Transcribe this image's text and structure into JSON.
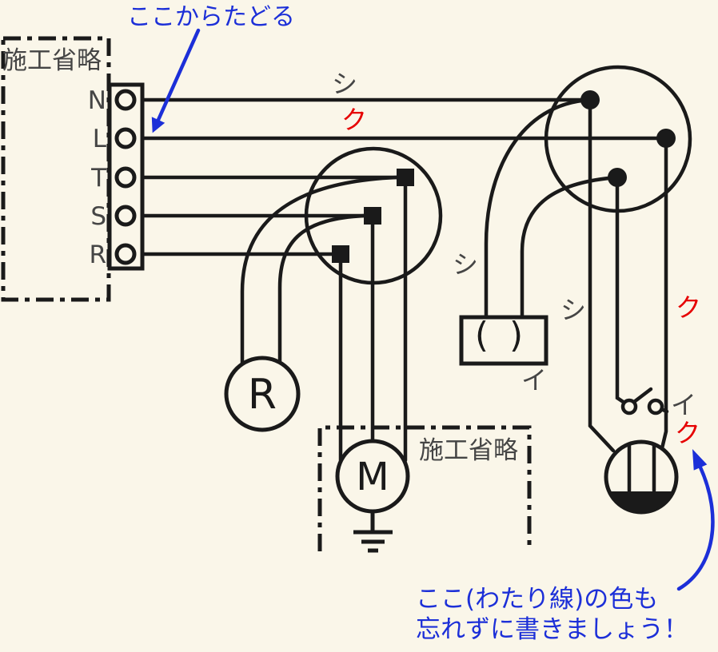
{
  "colors": {
    "background": "#FAF6E9",
    "wire_black": "#1A1A1A",
    "label_gray": "#454545",
    "label_red": "#E60000",
    "annotation_blue": "#1C2FD8"
  },
  "source_panel": {
    "label": "施工省略",
    "terminals": [
      "N",
      "L",
      "T",
      "S",
      "R"
    ]
  },
  "omitted_panel": {
    "label": "施工省略"
  },
  "devices": {
    "lamp_label": "R",
    "motor_label": "M",
    "paren_label": "( )"
  },
  "wire_labels": {
    "n_top": "シ",
    "l_top": "ク",
    "paren_neutral": "シ",
    "neutral_drop": "シ",
    "paren_circuit": "イ",
    "l_drop": "ク",
    "switch_name": "イ",
    "jumper": "ク"
  },
  "annotations": {
    "trace_start": "ここからたどる",
    "note_line1": "ここ(わたり線)の色も",
    "note_line2": "忘れずに書きましょう！"
  }
}
